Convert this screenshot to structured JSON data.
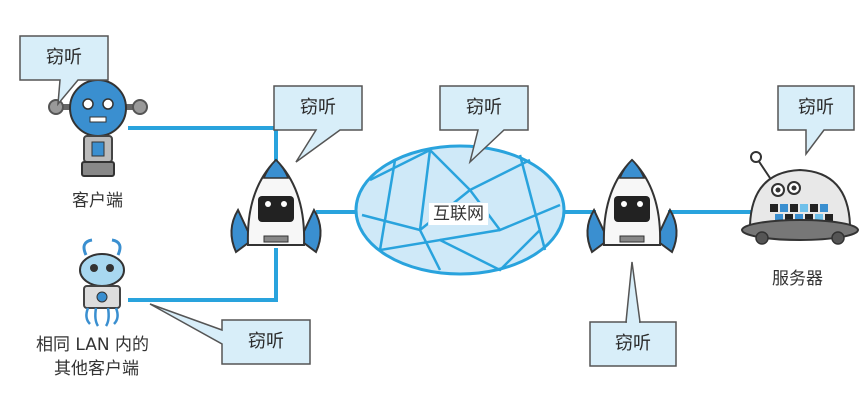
{
  "callouts": {
    "client": "窃听",
    "router_left": "窃听",
    "internet": "窃听",
    "server": "窃听",
    "lan_other": "窃听",
    "router_right": "窃听"
  },
  "nodes": {
    "client": "客户端",
    "internet": "互联网",
    "server": "服务器",
    "lan_line1": "相同 LAN 内的",
    "lan_line2": "其他客户端"
  },
  "colors": {
    "wire": "#29a3dd",
    "callout_fill": "#d8eef9",
    "callout_stroke": "#555555",
    "cloud_fill": "#cfe9f8",
    "robot_blue": "#3a8fd0"
  }
}
